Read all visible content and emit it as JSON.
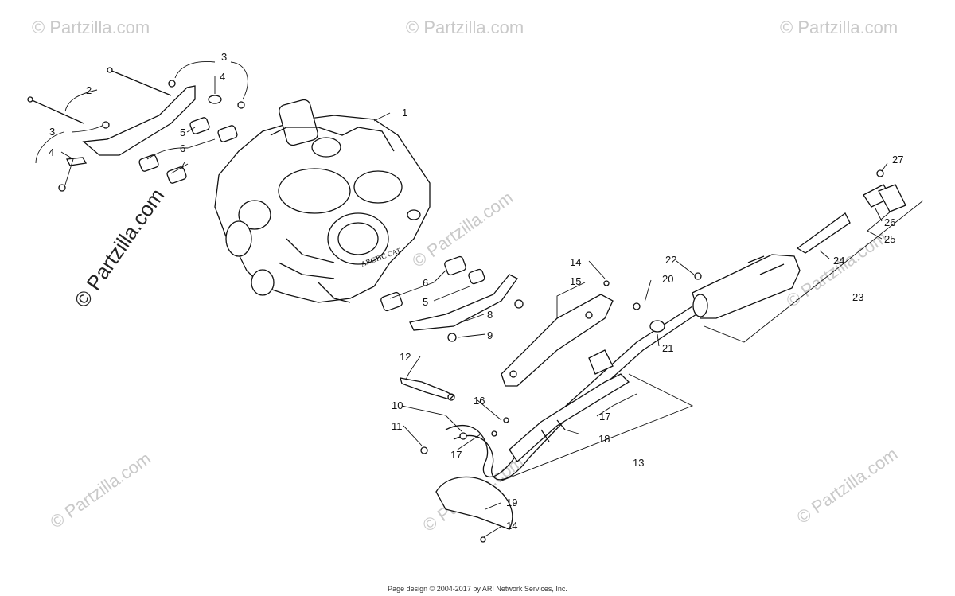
{
  "watermark": {
    "text": "© Partzilla.com",
    "large_text": "© Partzilla.com"
  },
  "footer": "Page design © 2004-2017 by ARI Network Services, Inc.",
  "callouts": {
    "c1": "1",
    "c2": "2",
    "c3a": "3",
    "c3b": "3",
    "c4a": "4",
    "c4b": "4",
    "c5a": "5",
    "c5b": "5",
    "c6a": "6",
    "c6b": "6",
    "c7": "7",
    "c8": "8",
    "c9": "9",
    "c10": "10",
    "c11": "11",
    "c12": "12",
    "c13": "13",
    "c14a": "14",
    "c14b": "14",
    "c15": "15",
    "c16": "16",
    "c17a": "17",
    "c17b": "17",
    "c18": "18",
    "c19": "19",
    "c20": "20",
    "c21": "21",
    "c22": "22",
    "c23": "23",
    "c24": "24",
    "c25": "25",
    "c26": "26",
    "c27": "27"
  },
  "colors": {
    "line": "#111111",
    "watermark": "#c9c9c9",
    "background": "#ffffff"
  }
}
